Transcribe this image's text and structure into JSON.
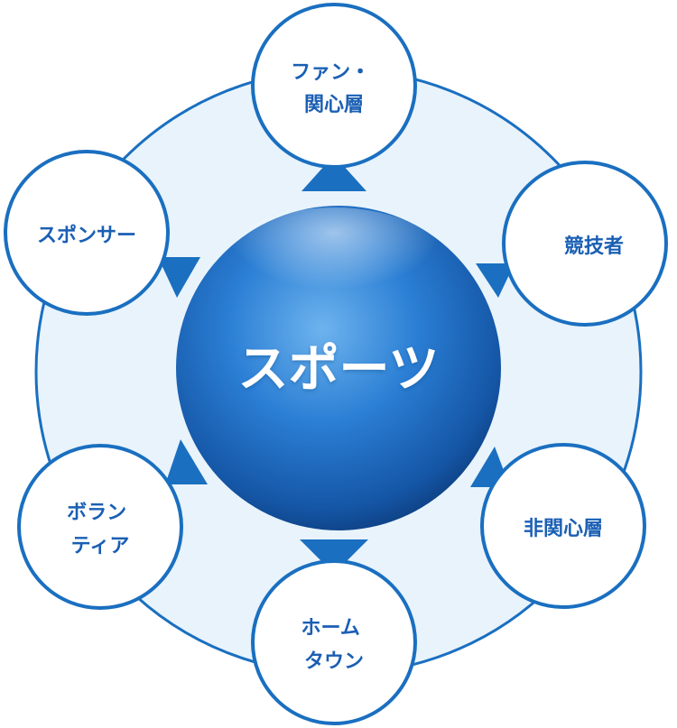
{
  "center": {
    "label": "スポーツ"
  },
  "nodes": [
    {
      "id": "fan",
      "lines": [
        "ファン・",
        "関心層"
      ]
    },
    {
      "id": "athlete",
      "lines": [
        "競技者"
      ]
    },
    {
      "id": "non-interest",
      "lines": [
        "非関心層"
      ]
    },
    {
      "id": "hometown",
      "lines": [
        "ホーム",
        "タウン"
      ]
    },
    {
      "id": "volunteer",
      "lines": [
        "ボラン",
        "ティア"
      ]
    },
    {
      "id": "sponsor",
      "lines": [
        "スポンサー"
      ]
    }
  ],
  "colors": {
    "ring_fill": "#e8f3fb",
    "ring_stroke": "#1a6fc0",
    "node_stroke": "#1a6fc0",
    "node_fill": "#ffffff",
    "arrow": "#1a6fc0",
    "sphere_light": "#5aa6e6",
    "sphere_mid": "#1f73c9",
    "sphere_dark": "#0d3f80"
  }
}
